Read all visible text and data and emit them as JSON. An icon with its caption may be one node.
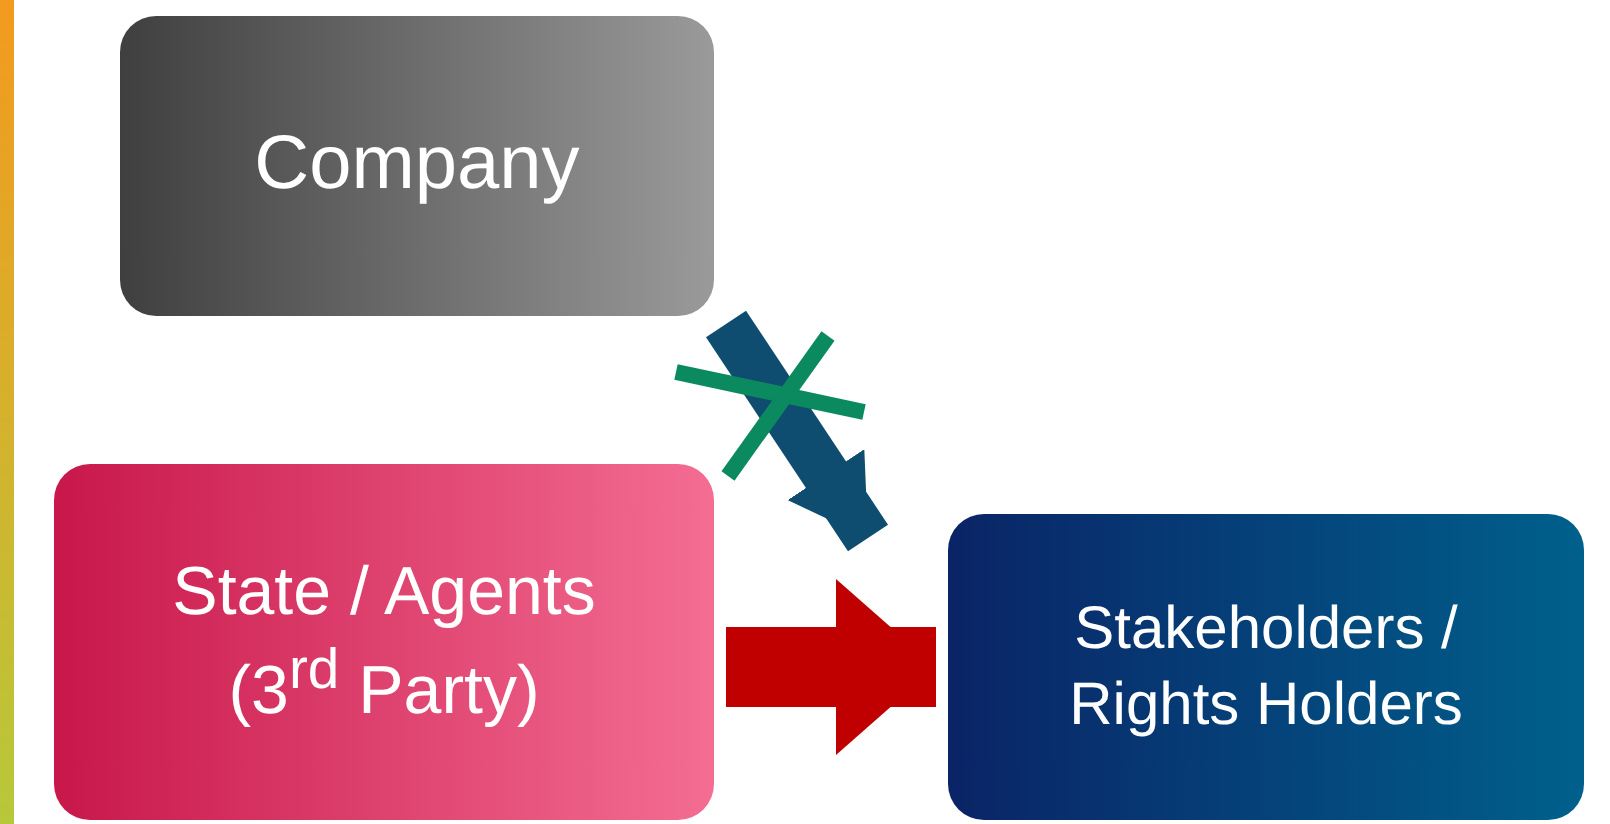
{
  "diagram": {
    "nodes": [
      {
        "text": [
          "Company"
        ]
      },
      {
        "text": [
          "State / Agents (3$^{rd}$ Party)"
        ]
      },
      {
        "text": [
          "Stakeholders / Rights Holders"
        ]
      }
    ],
    "edges": [
      {
        "from": 0,
        "to": 2,
        "arrow": "to",
        "color": "#0e4c70"
      },
      {
        "from": 1,
        "to": 2,
        "arrow": "to",
        "color": "#c00000"
      }
    ]
  }
}
